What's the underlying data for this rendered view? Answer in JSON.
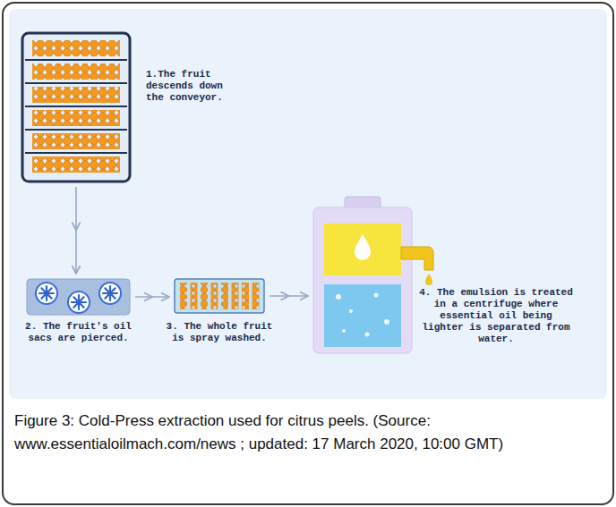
{
  "diagram": {
    "caption": "Figure 3: Cold-Press extraction used for citrus peels. (Source: www.essentialoilmach.com/news ; updated: 17 March 2020, 10:00 GMT)",
    "nodes": [
      {
        "text": [
          "1.The fruit descends down the conveyor."
        ]
      },
      {
        "text": [
          "2. The fruit's oil sacs are pierced."
        ]
      },
      {
        "text": [
          "3. The whole fruit is spray washed."
        ]
      },
      {
        "text": [
          "4. The emulsion is treated in a centrifuge where essential oil being lighter is separated from water."
        ]
      }
    ],
    "edges": [
      {
        "from": 0,
        "to": 1,
        "arrow": "to"
      },
      {
        "from": 1,
        "to": 2,
        "arrow": "to"
      },
      {
        "from": 2,
        "to": 3,
        "arrow": "to"
      }
    ]
  }
}
